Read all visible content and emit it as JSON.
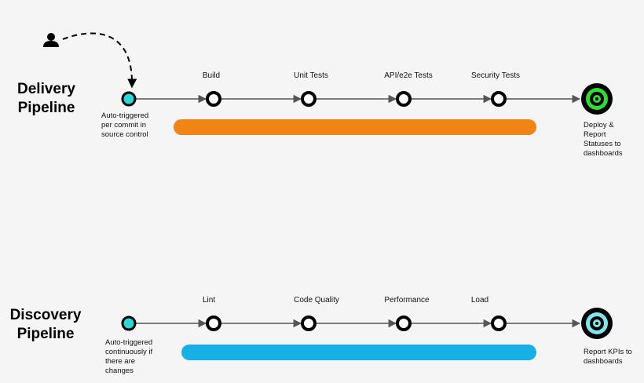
{
  "colors": {
    "background": "#f5f5f5",
    "connector": "#555555",
    "node_stroke": "#000000",
    "start_node_fill": "#2ad8d8",
    "delivery_bar": "#f08414",
    "discovery_bar": "#17b0e6",
    "delivery_end_accent": "#2ede2e",
    "discovery_end_accent": "#7ee6ec"
  },
  "icons": {
    "trigger": "person-icon"
  },
  "delivery": {
    "title_line1": "Delivery",
    "title_line2": "Pipeline",
    "trigger_note": [
      "Auto-triggered",
      "per commit in",
      "source control"
    ],
    "stages": [
      "Build",
      "Unit Tests",
      "API/e2e Tests",
      "Security Tests"
    ],
    "end_note": [
      "Deploy &",
      "Report",
      "Statuses to",
      "dashboards"
    ]
  },
  "discovery": {
    "title_line1": "Discovery",
    "title_line2": "Pipeline",
    "trigger_note": [
      "Auto-triggered",
      "continuously if",
      "there are",
      "changes"
    ],
    "stages": [
      "Lint",
      "Code Quality",
      "Performance",
      "Load"
    ],
    "end_note": [
      "Report KPIs to",
      "dashboards"
    ]
  }
}
